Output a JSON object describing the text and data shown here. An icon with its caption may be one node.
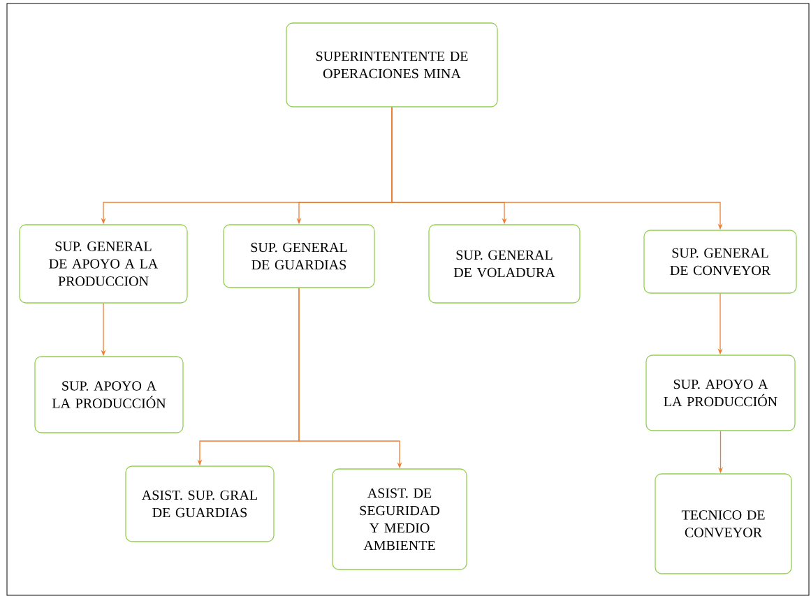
{
  "diagram": {
    "nodes": [
      {
        "text": [
          "SUPERINTENTENTE DE OPERACIONES MINA"
        ]
      },
      {
        "text": [
          "SUP. GENERAL DE APOYO A LA PRODUCCION"
        ]
      },
      {
        "text": [
          "SUP. GENERAL DE GUARDIAS"
        ]
      },
      {
        "text": [
          "SUP. GENERAL DE VOLADURA"
        ]
      },
      {
        "text": [
          "SUP. GENERAL DE CONVEYOR"
        ]
      },
      {
        "text": [
          "SUP. APOYO A LA PRODUCCIÓN"
        ]
      },
      {
        "text": [
          "ASIST. SUP. GRAL DE GUARDIAS"
        ]
      },
      {
        "text": [
          "ASIST. DE SEGURIDAD Y MEDIO AMBIENTE"
        ]
      },
      {
        "text": [
          "SUP. APOYO A LA PRODUCCIÓN"
        ]
      },
      {
        "text": [
          "TECNICO DE CONVEYOR"
        ]
      }
    ],
    "edges": [
      {
        "from": 0,
        "to": 1,
        "arrow": "to"
      },
      {
        "from": 0,
        "to": 2,
        "arrow": "to"
      },
      {
        "from": 0,
        "to": 3,
        "arrow": "to"
      },
      {
        "from": 0,
        "to": 4,
        "arrow": "to"
      },
      {
        "from": 1,
        "to": 5,
        "arrow": "to"
      },
      {
        "from": 2,
        "to": 6,
        "arrow": "to"
      },
      {
        "from": 2,
        "to": 7,
        "arrow": "to"
      },
      {
        "from": 4,
        "to": 8,
        "arrow": "to"
      },
      {
        "from": 8,
        "to": 9,
        "arrow": "to"
      }
    ]
  }
}
